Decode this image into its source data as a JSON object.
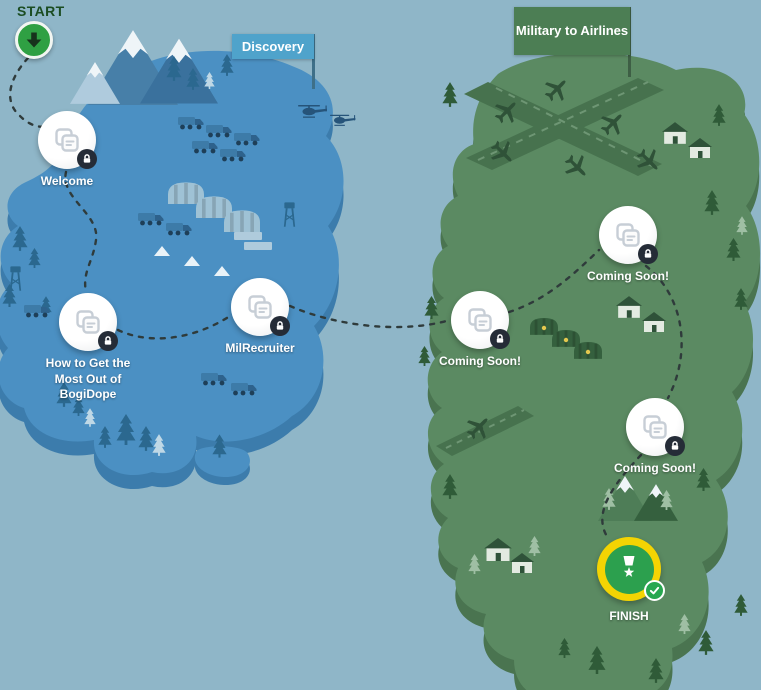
{
  "start": {
    "label": "START"
  },
  "flags": {
    "left": {
      "label": "Discovery"
    },
    "right": {
      "label": "Military to Airlines"
    }
  },
  "nodes": [
    {
      "id": "welcome",
      "label": "Welcome",
      "state": "locked"
    },
    {
      "id": "how-to-bogidope",
      "label": "How to Get the Most Out of BogiDope",
      "state": "locked"
    },
    {
      "id": "milrecruiter",
      "label": "MilRecruiter",
      "state": "locked"
    },
    {
      "id": "coming-soon-1",
      "label": "Coming Soon!",
      "state": "locked"
    },
    {
      "id": "coming-soon-2",
      "label": "Coming Soon!",
      "state": "locked"
    },
    {
      "id": "coming-soon-3",
      "label": "Coming Soon!",
      "state": "locked"
    },
    {
      "id": "finish",
      "label": "FINISH",
      "state": "complete"
    }
  ],
  "icons": {
    "start": "arrow-down",
    "lesson": "stacked-cards",
    "locked": "padlock",
    "finish": "medal",
    "finish_status": "checkmark"
  },
  "colors": {
    "water": "#8FB6C8",
    "island_blue": "#4B90C3",
    "island_blue_side": "#3C7CAC",
    "island_green": "#5B8A62",
    "island_green_side": "#4A7450",
    "flag_blue": "#4FA3CB",
    "flag_green": "#4C7E54",
    "start_green": "#2FA043",
    "finish_yellow": "#F3D403",
    "finish_green": "#2CA04E",
    "route_dash": "#2F3B3B"
  }
}
